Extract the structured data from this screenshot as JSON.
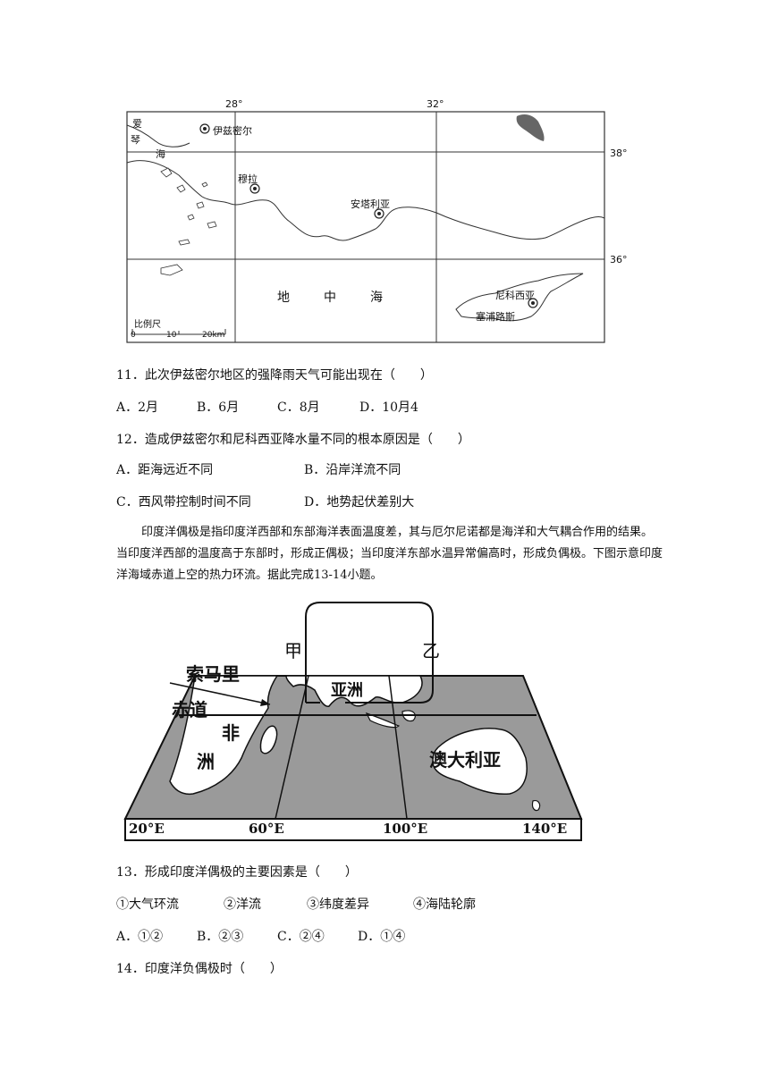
{
  "map1": {
    "lon_labels": [
      "28°",
      "32°"
    ],
    "lat_labels": [
      "38°",
      "36°"
    ],
    "places": {
      "aegean_1": "爱",
      "aegean_2": "琴",
      "aegean_3": "海",
      "izmir": "伊兹密尔",
      "mugla": "穆拉",
      "antalya": "安塔利亚",
      "med_1": "地",
      "med_2": "中",
      "med_3": "海",
      "nicosia": "尼科西亚",
      "cyprus": "塞浦路斯"
    },
    "scale": {
      "title": "比例尺",
      "ticks": [
        "0",
        "10",
        "20km"
      ]
    }
  },
  "q11": {
    "stem": "11．此次伊兹密尔地区的强降雨天气可能出现在（　　）",
    "options": [
      "A．2月",
      "B．6月",
      "C．8月",
      "D．10月4"
    ]
  },
  "q12": {
    "stem": "12．造成伊兹密尔和尼科西亚降水量不同的根本原因是（　　）",
    "options": [
      "A．距海远近不同",
      "B．沿岸洋流不同",
      "C．西风带控制时间不同",
      "D．地势起伏差别大"
    ]
  },
  "passage": "印度洋偶极是指印度洋西部和东部海洋表面温度差，其与厄尔尼诺都是海洋和大气耦合作用的结果。当印度洋西部的温度高于东部时，形成正偶极；当印度洋东部水温异常偏高时，形成负偶极。下图示意印度洋海域赤道上空的热力环流。据此完成13-14小题。",
  "map2": {
    "top_left": "甲",
    "top_right": "乙",
    "somalia": "索马里",
    "equator": "赤道",
    "asia": "亚洲",
    "africa_1": "非",
    "africa_2": "洲",
    "australia": "澳大利亚",
    "lon_labels": [
      "20°E",
      "60°E",
      "100°E",
      "140°E"
    ]
  },
  "q13": {
    "stem": "13．形成印度洋偶极的主要因素是（　　）",
    "factors": [
      "①大气环流",
      "②洋流",
      "③纬度差异",
      "④海陆轮廓"
    ],
    "options": [
      "A．①②",
      "B．②③",
      "C．②④",
      "D．①④"
    ]
  },
  "q14": {
    "stem": "14．印度洋负偶极时（　　）"
  }
}
